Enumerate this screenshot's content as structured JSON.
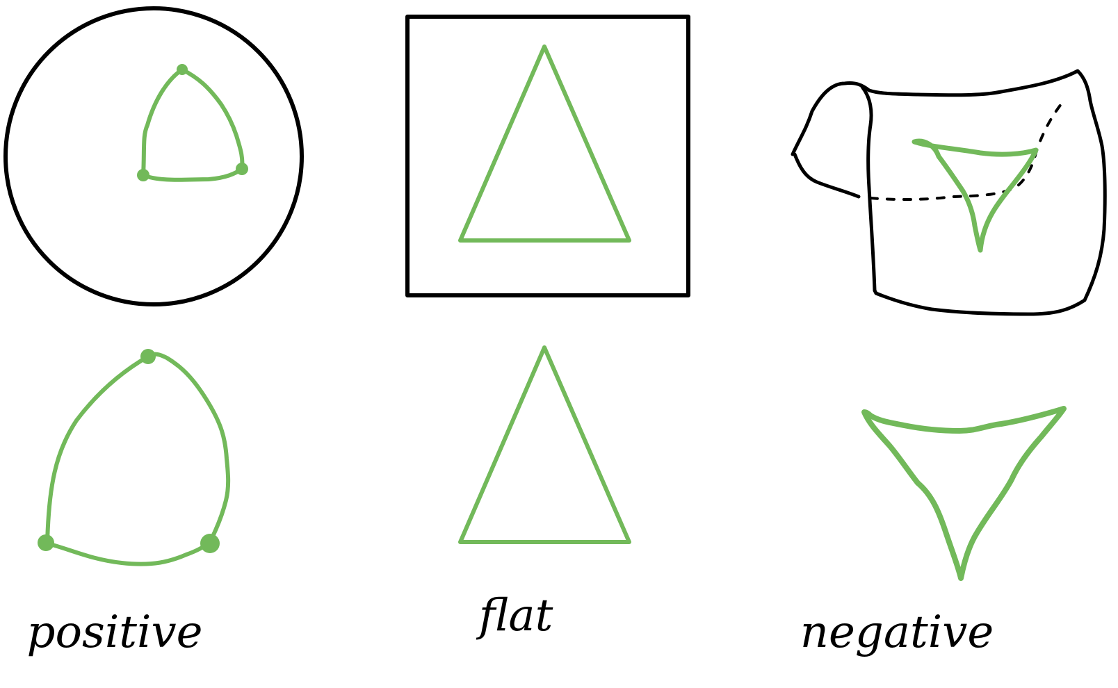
{
  "labels": {
    "positive": "positive",
    "flat": "flat",
    "negative": "negative"
  },
  "colors": {
    "ink": "#000000",
    "triangle": "#72b95a",
    "background": "#ffffff"
  },
  "panels": [
    {
      "surface": "sphere",
      "curvature": "positive"
    },
    {
      "surface": "plane",
      "curvature": "flat"
    },
    {
      "surface": "saddle",
      "curvature": "negative"
    }
  ]
}
